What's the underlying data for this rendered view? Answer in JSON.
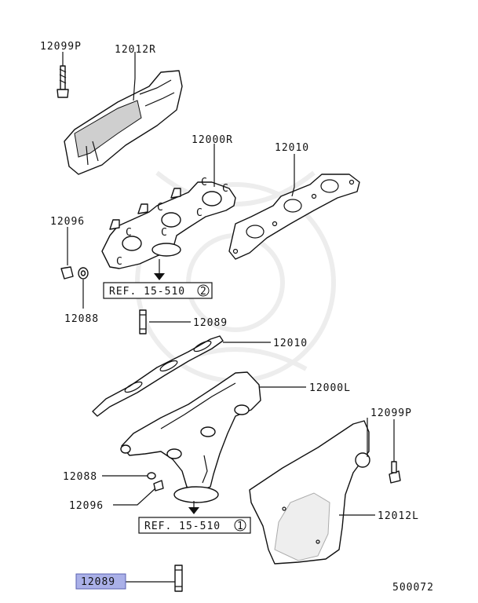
{
  "labels": {
    "p12099p_top": "12099P",
    "p12012r": "12012R",
    "p12000r": "12000R",
    "p12010_top": "12010",
    "p12096_top": "12096",
    "p12088_top": "12088",
    "p12089_mid": "12089",
    "p12010_mid": "12010",
    "p12000l": "12000L",
    "p12099p_right": "12099P",
    "p12088_low": "12088",
    "p12096_low": "12096",
    "p12012l": "12012L",
    "p12089_bottom": "12089"
  },
  "refs": {
    "upper": {
      "text": "REF. 15-510",
      "circle": "2"
    },
    "lower": {
      "text": "REF. 15-510",
      "circle": "1"
    }
  },
  "highlight": {
    "part": "12089",
    "color": "#aab0e8"
  },
  "diagram_code": "500072"
}
